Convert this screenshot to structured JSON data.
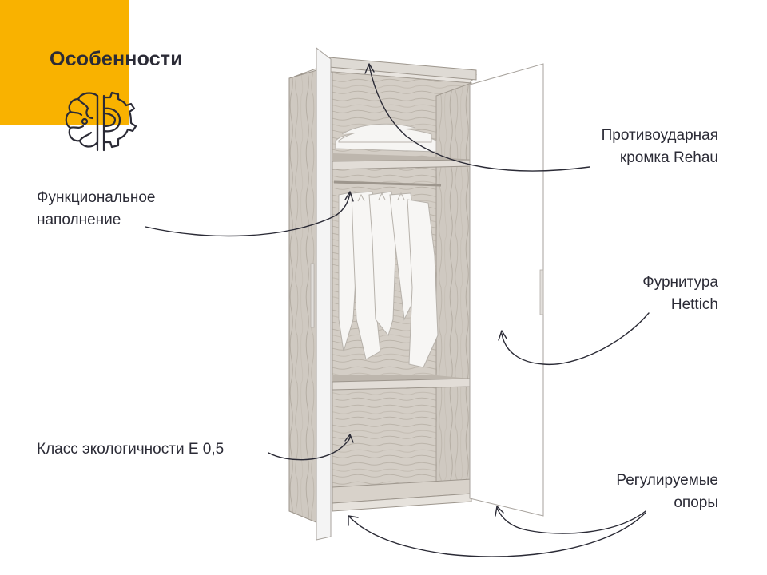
{
  "header": {
    "title": "Особенности"
  },
  "icons": {
    "features": "brain-gear-icon"
  },
  "colors": {
    "accent": "#F9B200",
    "text": "#2b2b36",
    "wood": "#c9c3bb",
    "door": "#ffffff"
  },
  "callouts": {
    "functional_filling": {
      "line1": "Функциональное",
      "line2": "наполнение"
    },
    "eco_class": {
      "line1": "Класс экологичности Е 0,5"
    },
    "impact_edge": {
      "line1": "Противоударная",
      "line2": "кромка Rehau"
    },
    "fittings": {
      "line1": "Фурнитура",
      "line2": "Hettich"
    },
    "adjustable_legs": {
      "line1": "Регулируемые",
      "line2": "опоры"
    }
  }
}
